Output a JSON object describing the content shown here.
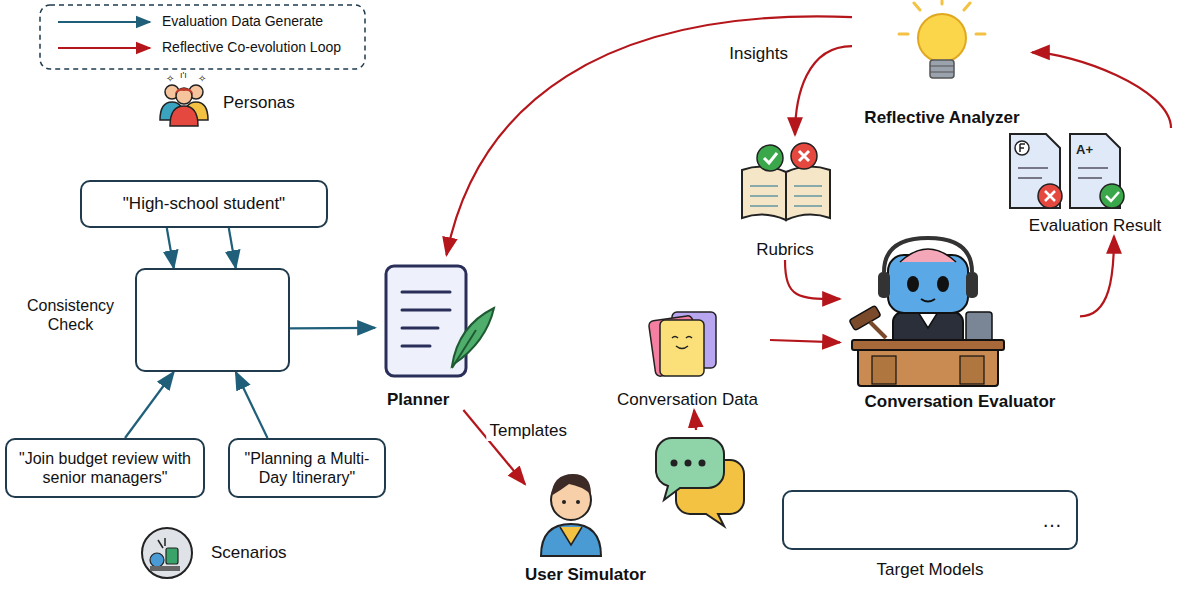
{
  "diagram": {
    "nodes": [
      {
        "text": [
          "Personas"
        ]
      },
      {
        "text": [
          "\"High-school student\""
        ]
      },
      {
        "text": [
          "Consistency Check"
        ]
      },
      {
        "text": [
          "\"Join budget review with senior managers\""
        ]
      },
      {
        "text": [
          "\"Planning a Multi-Day Itinerary\""
        ]
      },
      {
        "text": [
          "Scenarios"
        ]
      },
      {
        "text": [
          "Planner"
        ]
      },
      {
        "text": [
          "User Simulator"
        ]
      },
      {
        "text": [
          "Conversation Data"
        ]
      },
      {
        "text": [
          "Target Models",
          "…"
        ]
      },
      {
        "text": [
          "Rubrics"
        ]
      },
      {
        "text": [
          "Conversation Evaluator"
        ]
      },
      {
        "text": [
          "Evaluation Result"
        ]
      },
      {
        "text": [
          "Reflective Analyzer"
        ]
      }
    ],
    "edges": [
      {
        "from": 1,
        "to": 2,
        "arrow": "to"
      },
      {
        "from": 1,
        "to": 2,
        "arrow": "to"
      },
      {
        "from": 3,
        "to": 2,
        "arrow": "to"
      },
      {
        "from": 4,
        "to": 2,
        "arrow": "to"
      },
      {
        "from": 2,
        "to": 6,
        "arrow": "to"
      },
      {
        "from": 6,
        "to": 7,
        "label": "Templates",
        "arrow": "to"
      },
      {
        "from": 7,
        "to": 8,
        "arrow": "to"
      },
      {
        "from": 8,
        "to": 11,
        "arrow": "to"
      },
      {
        "from": 10,
        "to": 11,
        "arrow": "to"
      },
      {
        "from": 11,
        "to": 12,
        "arrow": "to"
      },
      {
        "from": 12,
        "to": 13,
        "arrow": "to"
      },
      {
        "from": 13,
        "to": 10,
        "label": "Insights",
        "arrow": "to"
      },
      {
        "from": 13,
        "to": 6,
        "arrow": "to"
      }
    ],
    "legend": [
      {
        "text": "Evaluation Data Generate"
      },
      {
        "text": "Reflective Co-evolution Loop"
      }
    ]
  }
}
